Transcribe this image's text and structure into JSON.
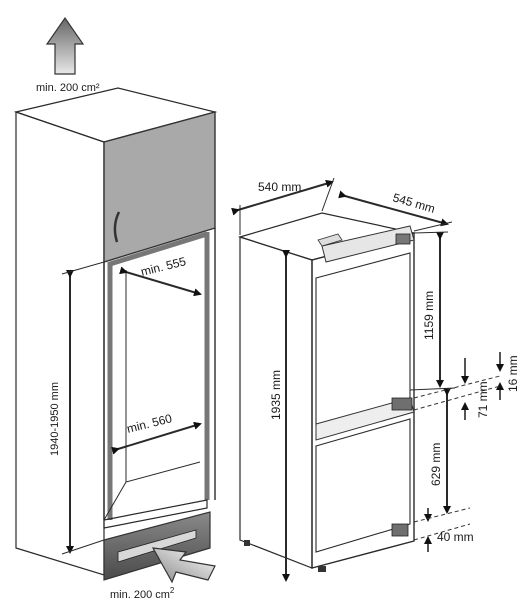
{
  "diagram": {
    "left_installation": {
      "ventilation_top": "min. 200 cm²",
      "ventilation_bottom": "min. 200 cm²",
      "cm2_superscript": "2",
      "niche_depth": "min. 555",
      "niche_width": "min. 560",
      "niche_height": "1940-1950 mm"
    },
    "right_appliance": {
      "width": "540 mm",
      "depth": "545 mm",
      "height": "1935 mm",
      "upper_door": "1159 mm",
      "gap_small": "16 mm",
      "gap_mid": "71 mm",
      "lower_door": "629 mm",
      "bottom": "40 mm"
    }
  }
}
